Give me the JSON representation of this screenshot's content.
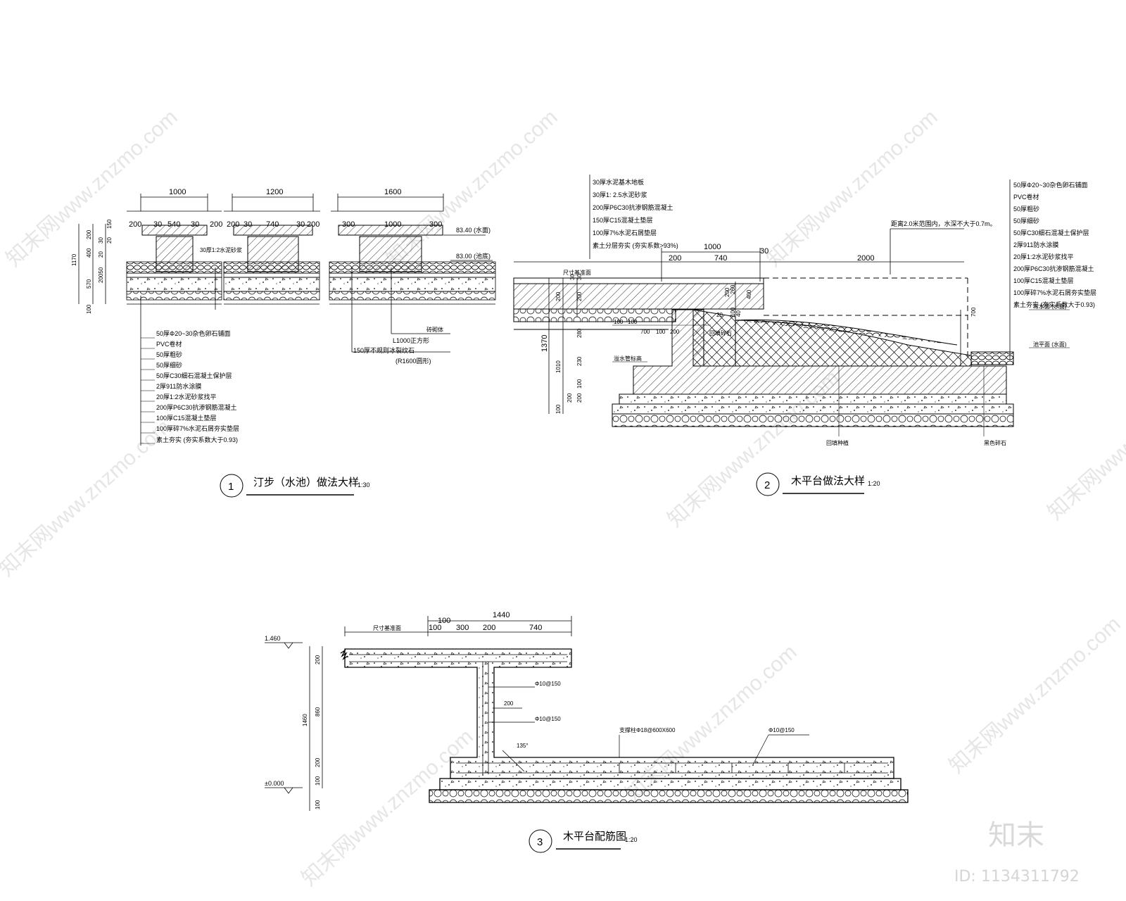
{
  "watermark": {
    "site": "知末网www.znzmo.com",
    "logo": "知末",
    "id": "ID: 1134311792"
  },
  "d1": {
    "top_dims": [
      "1000",
      "1200",
      "1600"
    ],
    "sub1": [
      "200",
      "30",
      "540",
      "30",
      "200"
    ],
    "sub2": [
      "200",
      "30",
      "740",
      "30",
      "200"
    ],
    "sub3": [
      "300",
      "1000",
      "300"
    ],
    "left_dims": [
      "150",
      "200",
      "30",
      "20",
      "400",
      "20",
      "20050",
      "570",
      "100",
      "1170"
    ],
    "levels": [
      "83.40 (水面)",
      "83.00 (池底)"
    ],
    "inline_note": "30厚1:2水泥砂浆",
    "right_notes": [
      "砖砌体",
      "L1000正方形",
      "150厚不规则冰裂纹石",
      "(R1600圆形)"
    ],
    "layers": [
      "50厚Φ20~30杂色卵石铺面",
      "PVC卷材",
      "50厚粗砂",
      "50厚细砂",
      "50厚C30细石混凝土保护层",
      "2厚911防水涂膜",
      "20厚1:2水泥砂浆找平",
      "200厚P6C30抗渗钢筋混凝土",
      "100厚C15混凝土垫层",
      "100厚碎7%水泥石屑夯实垫层",
      "素土夯实 (夯实系数大于0.93)"
    ],
    "title": "汀步（水池）做法大样",
    "scale": "1:30",
    "num": "1"
  },
  "d2": {
    "layers_left": [
      "30厚水泥基木地板",
      "30厚1: 2.5水泥砂浆",
      "200厚P6C30抗渗钢筋混凝土",
      "150厚C15混凝土垫层",
      "100厚7%水泥石屑垫层",
      "素土分层夯实 (夯实系数>93%)"
    ],
    "layers_right": [
      "50厚Φ20~30杂色卵石铺面",
      "PVC卷材",
      "50厚粗砂",
      "50厚细砂",
      "50厚C30细石混凝土保护层",
      "2厚911防水涂膜",
      "20厚1:2水泥砂浆找平",
      "200厚P6C30抗渗钢筋混凝土",
      "100厚C15混凝土垫层",
      "100厚碎7%水泥石屑夯实垫层",
      "素土夯实 (夯实系数大于0.93)"
    ],
    "top_dims": [
      "1000",
      "200",
      "740",
      "30",
      "2000"
    ],
    "top_note": "距离2.0米范围内，水深不大于0.7m。",
    "ref_label": "尺寸基准面",
    "left_dims": [
      "30",
      "30",
      "200",
      "200",
      "1370",
      "280",
      "230",
      "1010",
      "100",
      "200",
      "200",
      "100"
    ],
    "inner_dims": [
      "260",
      "400",
      "200",
      "100",
      "40",
      "700"
    ],
    "sub_dims": [
      "100",
      "100",
      "700",
      "100",
      "200",
      "20"
    ],
    "fill_label": "回填碎石",
    "pipe_label": "溢水管标高",
    "bottom_labels": [
      "回填种植",
      "黑色碎石"
    ],
    "water_labels": [
      "常水面 (水面)",
      "池平面 (水面)"
    ],
    "title": "木平台做法大样",
    "scale": "1:20",
    "num": "2"
  },
  "d3": {
    "level_top": "1.460",
    "level_bottom": "±0.000",
    "top_dims": [
      "1440",
      "100",
      "100",
      "300",
      "200",
      "740"
    ],
    "ref_label": "尺寸基准面",
    "left_dims": [
      "200",
      "860",
      "1460",
      "200",
      "100",
      "100"
    ],
    "rebar": [
      "Φ10@150",
      "Φ10@150",
      "Φ10@150"
    ],
    "wall_dim": "200",
    "angle": "135°",
    "support_note": "支撑柱Φ18@600X600",
    "title": "木平台配筋图",
    "scale": "1:20",
    "num": "3"
  }
}
